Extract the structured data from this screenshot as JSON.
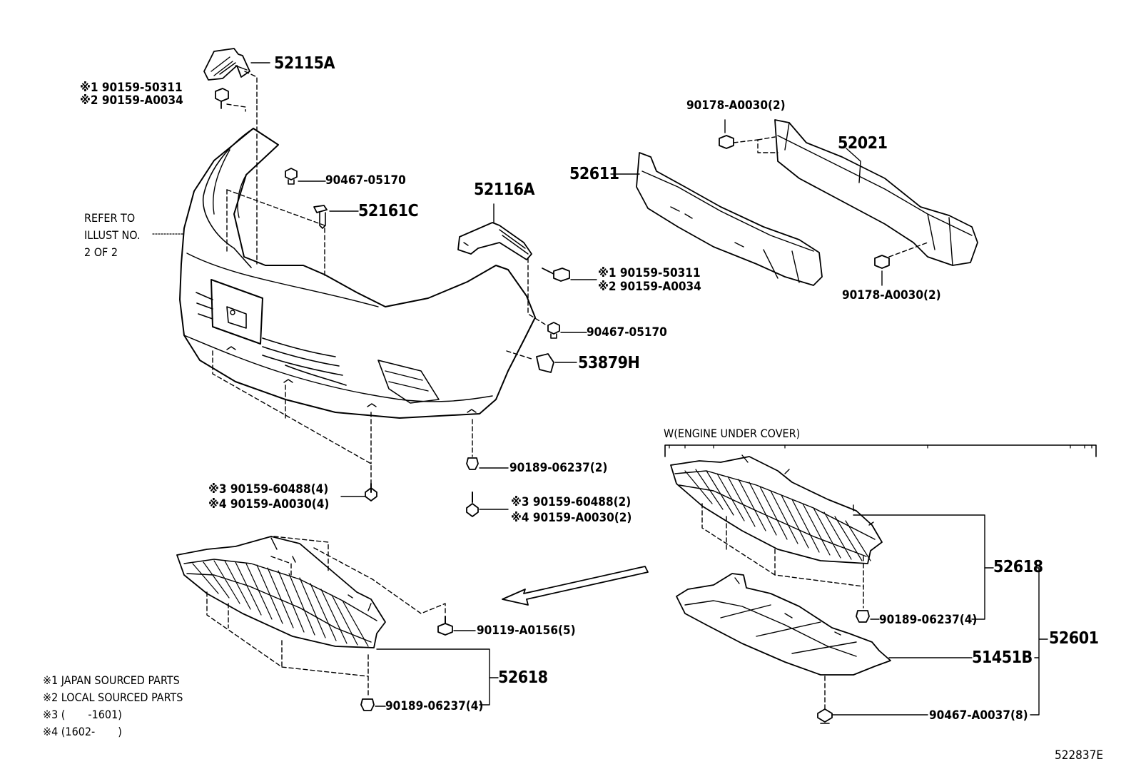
{
  "parts": {
    "p52115A": "52115A",
    "p90159_50311_a": "※1 90159-50311",
    "p90159_A0034_a": "※2 90159-A0034",
    "p90467_05170_a": "90467-05170",
    "p52161C": "52161C",
    "refer_line1": "REFER TO",
    "refer_line2": "ILLUST NO.",
    "refer_line3": "2 OF 2",
    "p52116A": "52116A",
    "p90159_50311_b": "※1 90159-50311",
    "p90159_A0034_b": "※2 90159-A0034",
    "p90467_05170_b": "90467-05170",
    "p53879H": "53879H",
    "p90178_top": "90178-A0030(2)",
    "p52021": "52021",
    "p52611": "52611",
    "p90178_bottom": "90178-A0030(2)",
    "p90189_06237_2": "90189-06237(2)",
    "p90159_60488_4": "※3 90159-60488(4)",
    "p90159_A0030_4": "※4 90159-A0030(4)",
    "p90159_60488_2": "※3 90159-60488(2)",
    "p90159_A0030_2": "※4 90159-A0030(2)",
    "p90119_A0156": "90119-A0156(5)",
    "p52618_left": "52618",
    "p90189_06237_4_left": "90189-06237(4)",
    "w_engine_under_cover": "W(ENGINE UNDER COVER)",
    "p52618_right": "52618",
    "p90189_06237_4_right": "90189-06237(4)",
    "p52601": "52601",
    "p51451B": "51451B",
    "p90467_A0037": "90467-A0037(8)"
  },
  "notes": {
    "n1": "※1 JAPAN SOURCED PARTS",
    "n2": "※2 LOCAL SOURCED PARTS",
    "n3": "※3 (       -1601)",
    "n4": "※4 (1602-       )"
  },
  "figure_id": "522837E"
}
